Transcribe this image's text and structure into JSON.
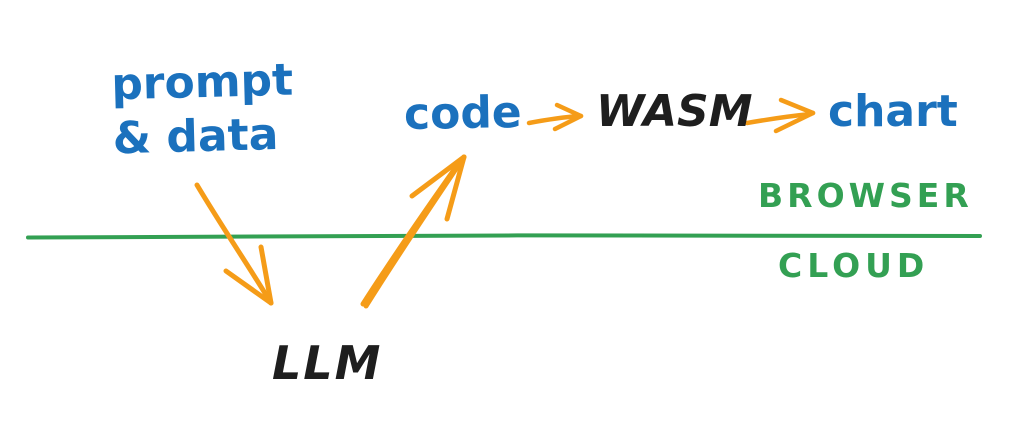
{
  "labels": {
    "prompt_data_line1": "prompt",
    "prompt_data_line2": "& data",
    "code": "code",
    "wasm": "WASM",
    "chart": "chart",
    "llm": "LLM",
    "browser": "BROWSER",
    "cloud": "CLOUD"
  },
  "colors": {
    "text_blue": "#1b71bd",
    "text_black": "#1e1e1e",
    "arrow_orange": "#f59c18",
    "divider_green": "#33a053",
    "background": "#ffffff"
  },
  "edges": [
    {
      "from": "prompt & data",
      "to": "LLM",
      "style": "orange arrow, crosses divider downward"
    },
    {
      "from": "LLM",
      "to": "code",
      "style": "orange arrow, crosses divider upward"
    },
    {
      "from": "code",
      "to": "WASM",
      "style": "orange arrow, horizontal"
    },
    {
      "from": "WASM",
      "to": "chart",
      "style": "orange arrow, horizontal"
    }
  ],
  "regions": [
    {
      "label": "BROWSER",
      "position": "above green divider line"
    },
    {
      "label": "CLOUD",
      "position": "below green divider line"
    }
  ]
}
